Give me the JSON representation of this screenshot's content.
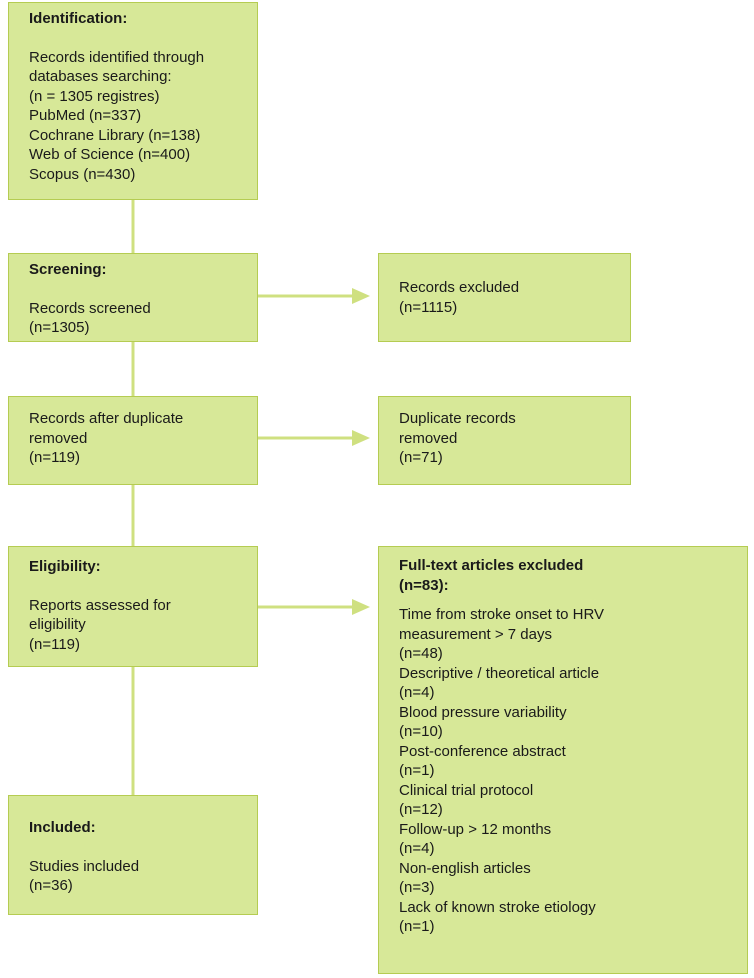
{
  "colors": {
    "box_fill": "#d7e898",
    "box_border": "#b5cc52",
    "connector": "#cfe080"
  },
  "identification": {
    "heading": "Identification:",
    "lines": [
      "Records identified through",
      "databases searching:",
      "(n = 1305 registres)",
      "PubMed (n=337)",
      "Cochrane Library (n=138)",
      "Web of Science (n=400)",
      "Scopus (n=430)"
    ]
  },
  "screening": {
    "heading": "Screening:",
    "lines": [
      "Records screened",
      "(n=1305)"
    ]
  },
  "records_excluded": {
    "lines": [
      "Records excluded",
      "(n=1115)"
    ]
  },
  "after_duplicates": {
    "lines": [
      "Records after duplicate",
      "removed",
      "(n=119)"
    ]
  },
  "duplicates_removed": {
    "lines": [
      "Duplicate records",
      "removed",
      "(n=71)"
    ]
  },
  "eligibility": {
    "heading": "Eligibility:",
    "lines": [
      "Reports assessed for",
      "eligibility",
      "(n=119)"
    ]
  },
  "fulltext_excluded": {
    "heading_lines": [
      "Full-text articles excluded",
      "(n=83):"
    ],
    "lines": [
      "Time from stroke onset to HRV",
      "measurement > 7 days",
      "(n=48)",
      "Descriptive / theoretical article",
      "(n=4)",
      "Blood pressure variability",
      "(n=10)",
      "Post-conference abstract",
      "(n=1)",
      "Clinical trial protocol",
      "(n=12)",
      "Follow-up > 12 months",
      "(n=4)",
      "Non-english articles",
      "(n=3)",
      "Lack of known stroke etiology",
      "(n=1)"
    ]
  },
  "included": {
    "heading": "Included:",
    "lines": [
      "Studies included",
      "(n=36)"
    ]
  }
}
